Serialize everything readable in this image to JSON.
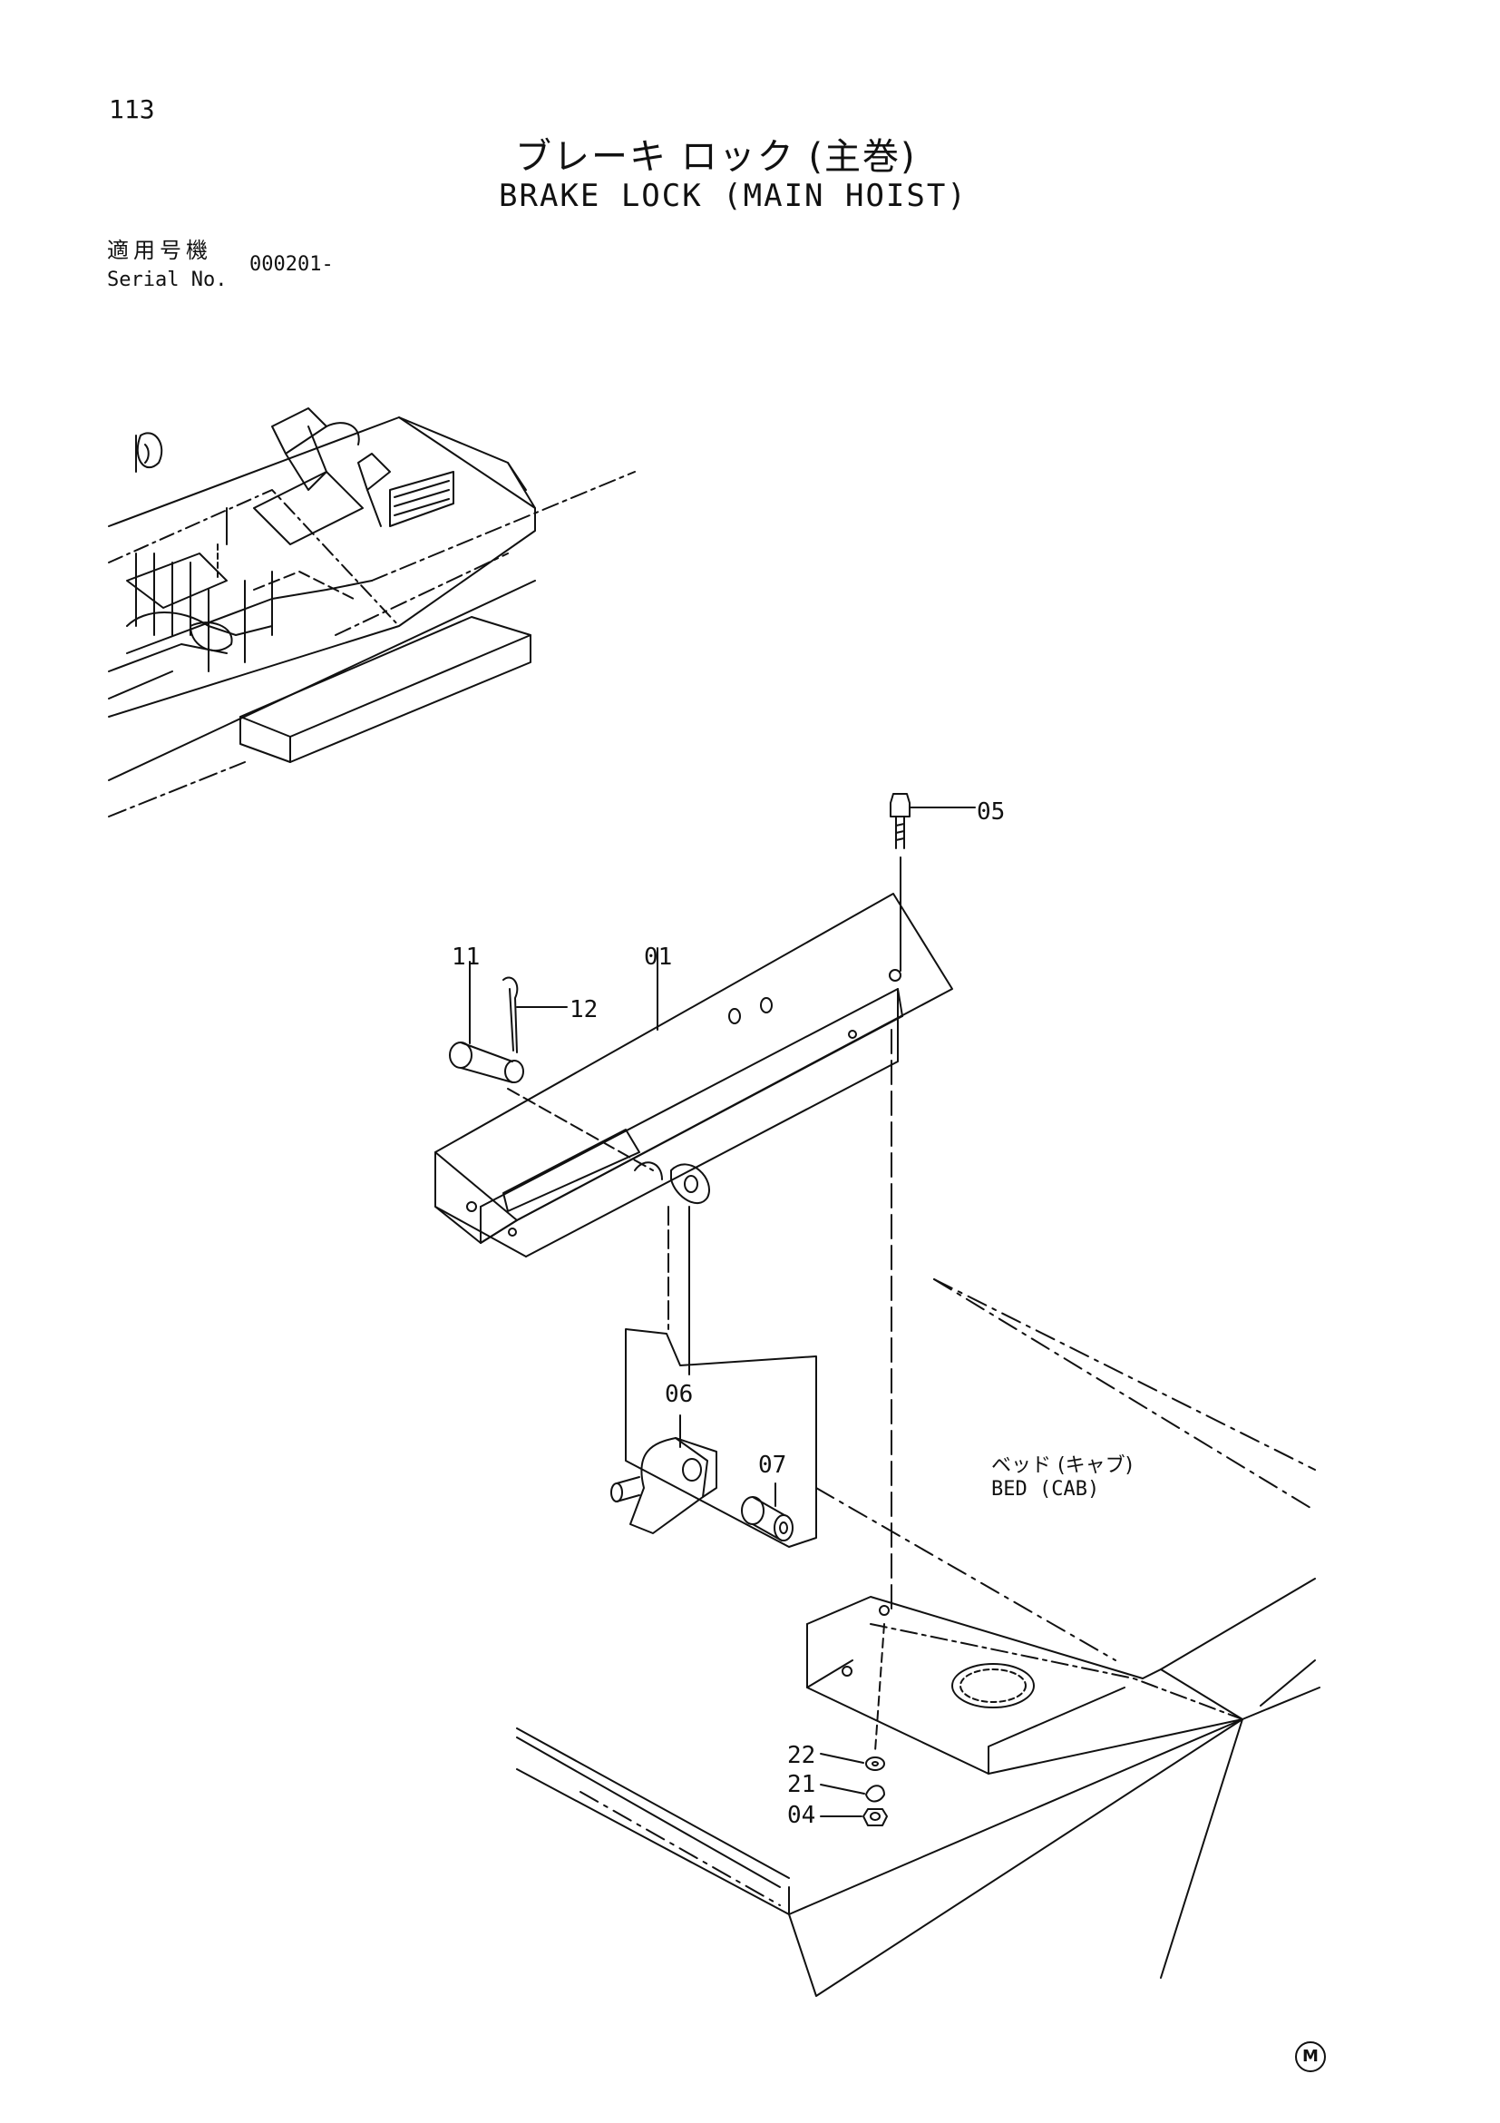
{
  "page": {
    "number": "113",
    "title_jp": "ブレーキ ロック (主巻)",
    "title_en": "BRAKE LOCK (MAIN HOIST)"
  },
  "serial": {
    "label_jp": "適用号機",
    "label_en": "Serial No.",
    "value": "000201-"
  },
  "location": {
    "label_jp": "ベッド (キャブ)",
    "label_en": "BED (CAB)"
  },
  "callouts": {
    "p05": "05",
    "p11": "11",
    "p01": "01",
    "p12": "12",
    "p06": "06",
    "p07": "07",
    "p22": "22",
    "p21": "21",
    "p04": "04"
  },
  "mark": "M",
  "icons": {
    "mark": "circled-m-mark"
  }
}
